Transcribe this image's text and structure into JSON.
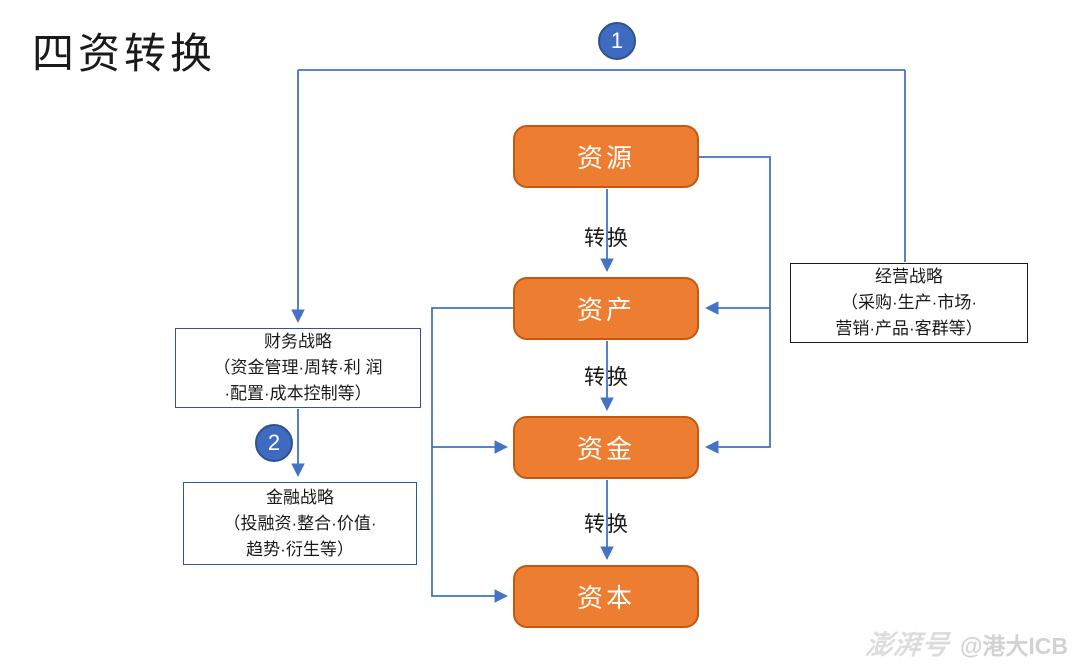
{
  "title": "四资转换",
  "colors": {
    "node_fill": "#ED7D31",
    "node_border": "#C05A11",
    "line_blue": "#4472C4",
    "circle_fill": "#3E6BC0",
    "circle_border": "#2F528F",
    "box_border_blue": "#2F5597",
    "box_border_black": "#1a1a1a"
  },
  "badges": {
    "one": "1",
    "two": "2"
  },
  "nodes": [
    {
      "label": "资源"
    },
    {
      "label": "资产"
    },
    {
      "label": "资金"
    },
    {
      "label": "资本"
    }
  ],
  "edge_labels": [
    "转换",
    "转换",
    "转换"
  ],
  "side_boxes": {
    "business": {
      "title": "经营战略",
      "line2": "（采购·生产·市场·",
      "line3": "营销·产品·客群等）"
    },
    "finance": {
      "title": "财务战略",
      "line2": "（资金管理·周转·利 润",
      "line3": "·配置·成本控制等）"
    },
    "financial": {
      "title": "金融战略",
      "line2": "（投融资·整合·价值·",
      "line3": "趋势·衍生等）"
    }
  },
  "watermark": {
    "brand": "澎湃号",
    "handle": "@港大ICB"
  }
}
